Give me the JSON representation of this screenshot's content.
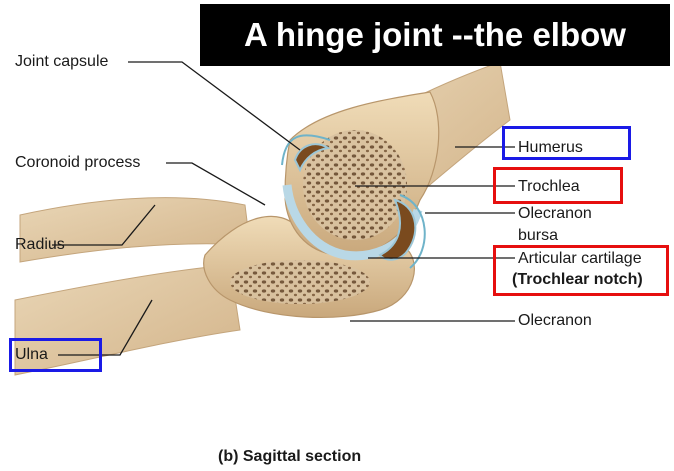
{
  "title": "A hinge joint --the elbow",
  "caption": "(b) Sagittal section",
  "labels": {
    "joint_capsule": "Joint capsule",
    "coronoid_process": "Coronoid process",
    "radius": "Radius",
    "ulna": "Ulna",
    "humerus": "Humerus",
    "trochlea": "Trochlea",
    "olecranon_bursa_1": "Olecranon",
    "olecranon_bursa_2": "bursa",
    "articular_cartilage": "Articular cartilage",
    "trochlear_notch": "(Trochlear notch)",
    "olecranon": "Olecranon"
  },
  "colors": {
    "title_bg": "#000000",
    "title_fg": "#ffffff",
    "highlight_blue": "#1a1ae6",
    "highlight_red": "#e60f0f",
    "bone": "#e8cfa6",
    "spongy_bone": "#8a6a4a",
    "cartilage": "#b9d8e6",
    "synovial": "#7a4a1e"
  }
}
